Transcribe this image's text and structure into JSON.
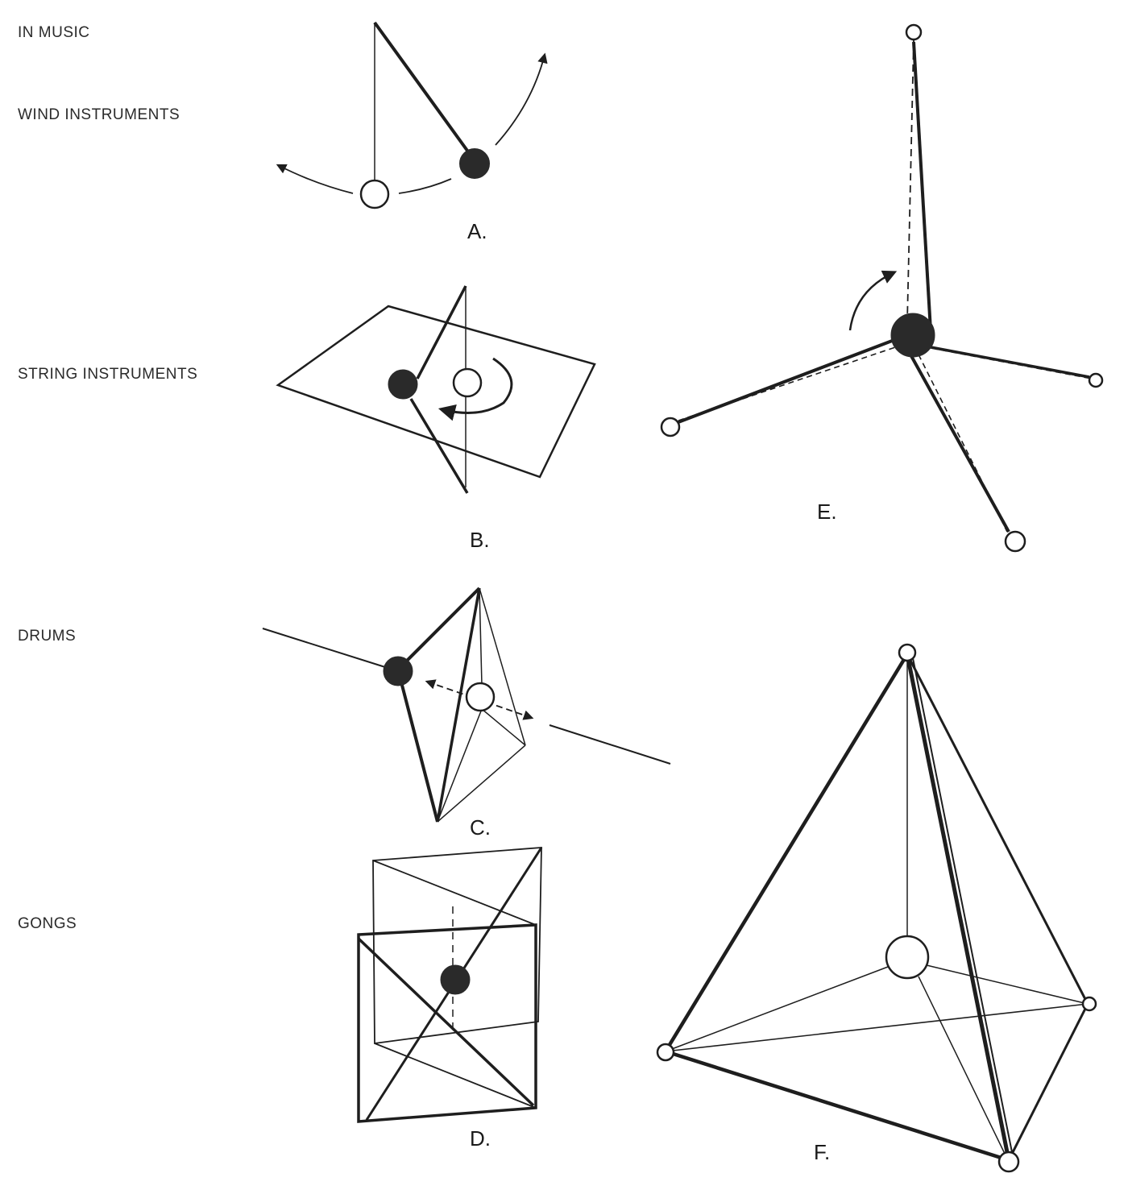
{
  "side_labels": {
    "in_music": "IN MUSIC",
    "wind": "WIND INSTRUMENTS",
    "string": "STRING INSTRUMENTS",
    "drums": "DRUMS",
    "gongs": "GONGS"
  },
  "figure_labels": {
    "a": "A.",
    "b": "B.",
    "c": "C.",
    "d": "D.",
    "e": "E.",
    "f": "F."
  },
  "colors": {
    "ink": "#1e1e1e",
    "solid_sphere": "#2a2a2a",
    "open_sphere": "#ffffff",
    "background": "#ffffff"
  }
}
